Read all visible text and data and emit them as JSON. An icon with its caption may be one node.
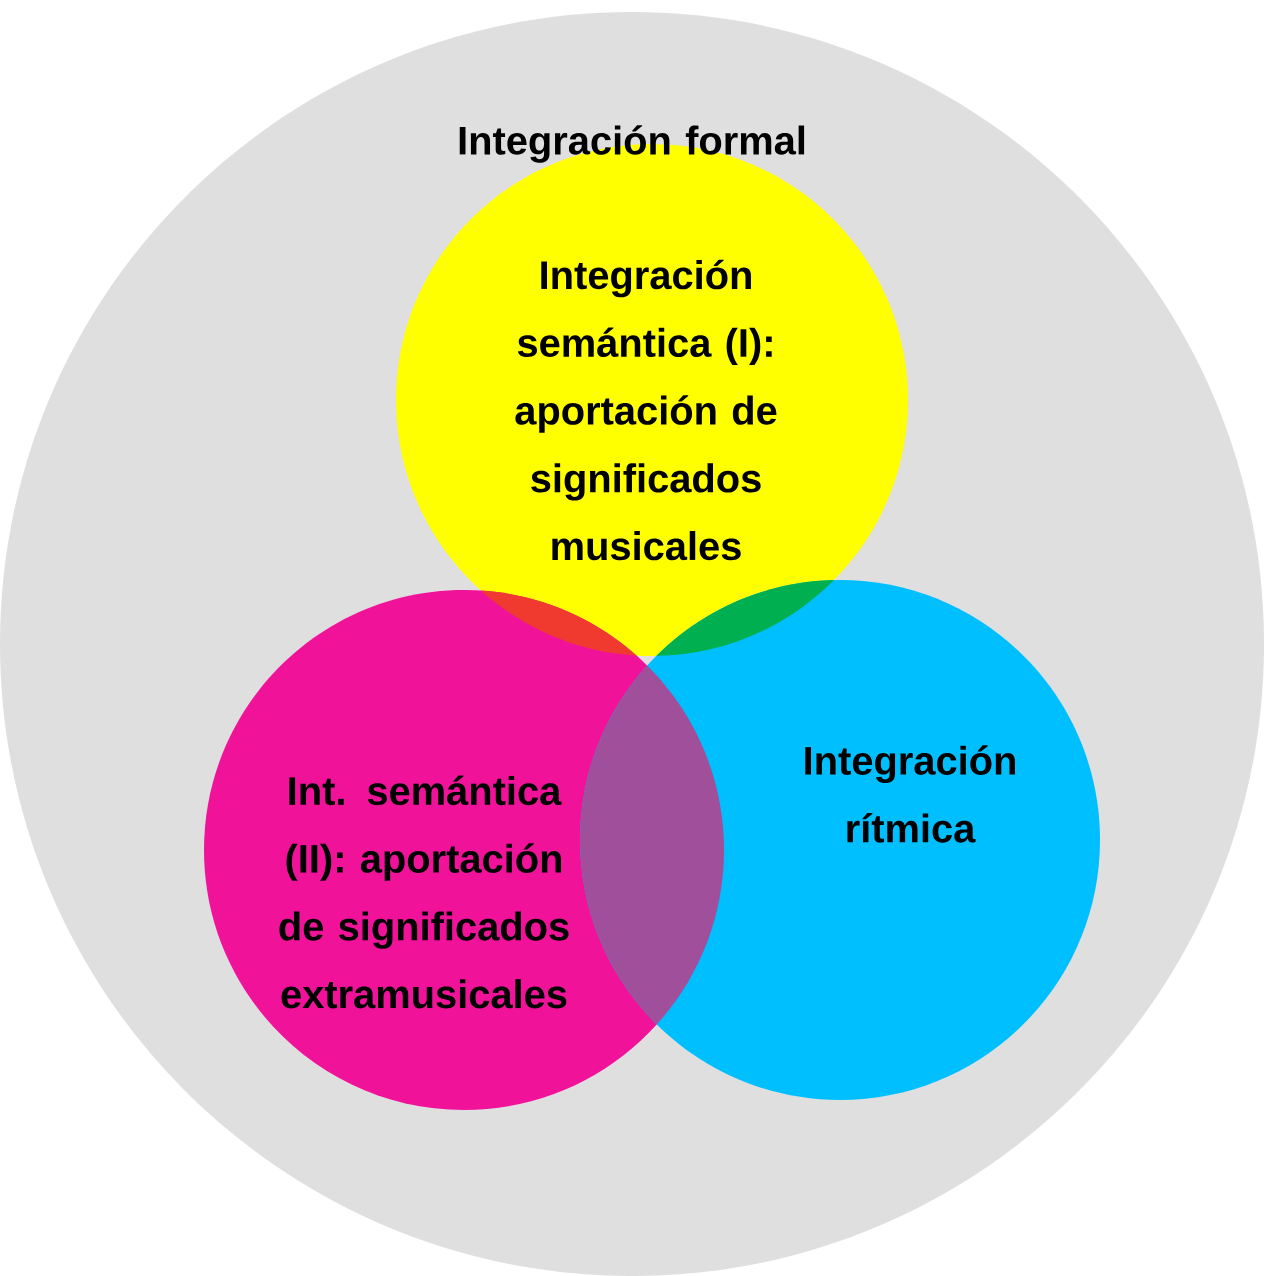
{
  "diagram": {
    "nodes": [
      {
        "text": [
          "Integración formal"
        ]
      },
      {
        "text": [
          "Integración semántica (I): aportación de significados musicales"
        ],
        "in": 0
      },
      {
        "text": [
          "Int. semántica (II): aportación de significados extramusicales"
        ],
        "in": 0
      },
      {
        "text": [
          "Integración rítmica"
        ],
        "in": 0
      }
    ]
  }
}
